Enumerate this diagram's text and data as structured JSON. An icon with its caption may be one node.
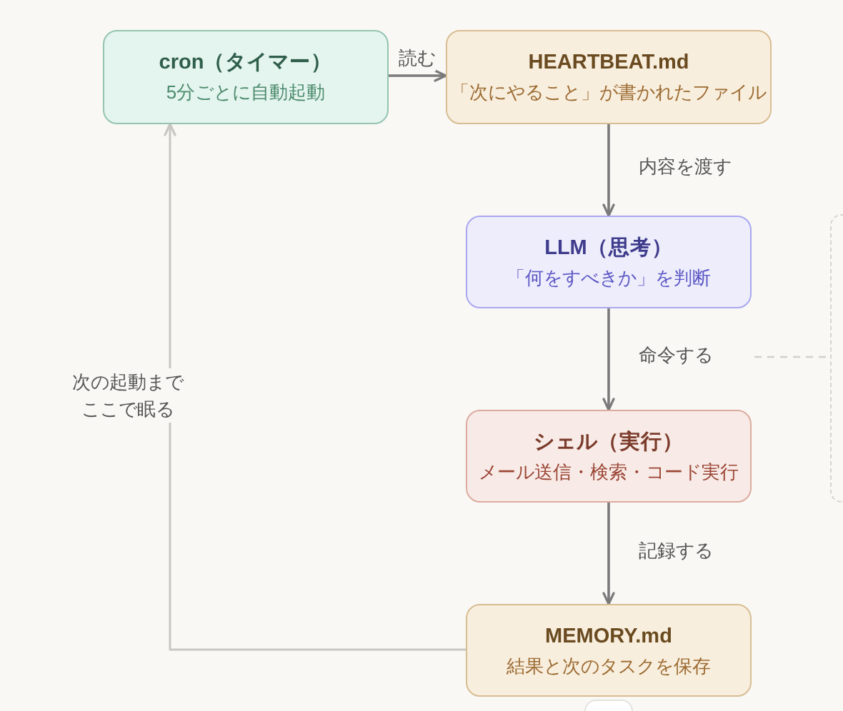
{
  "diagram": {
    "nodes": [
      {
        "text": [
          "cron（タイマー）",
          "5分ごとに自動起動"
        ]
      },
      {
        "text": [
          "HEARTBEAT.md",
          "「次にやること」が書かれたファイル"
        ]
      },
      {
        "text": [
          "LLM（思考）",
          "「何をすべきか」を判断"
        ]
      },
      {
        "text": [
          "シェル（実行）",
          "メール送信・検索・コード実行"
        ]
      },
      {
        "text": [
          "MEMORY.md",
          "結果と次のタスクを保存"
        ]
      },
      {
        "text": [],
        "shape": "box"
      }
    ],
    "edges": [
      {
        "from": 0,
        "to": 1,
        "arrow": "to",
        "label": "読む"
      },
      {
        "from": 1,
        "to": 2,
        "arrow": "to",
        "label": "内容を渡す"
      },
      {
        "from": 2,
        "to": 3,
        "arrow": "to",
        "label": "命令する"
      },
      {
        "from": 3,
        "to": 4,
        "arrow": "to",
        "label": "記録する"
      },
      {
        "from": 4,
        "to": 0,
        "arrow": "to",
        "label": "次の起動までここで眠る",
        "color": "#c9c7c3"
      },
      {
        "from": null,
        "to": 5,
        "arrow": "none",
        "style": "dashed",
        "color": "#d3d0cb"
      }
    ]
  }
}
